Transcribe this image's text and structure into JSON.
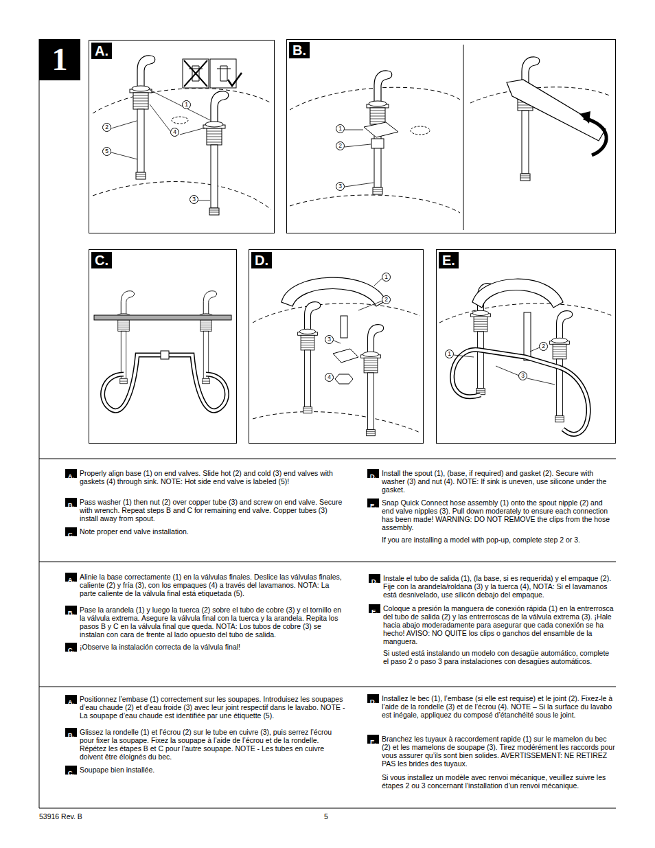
{
  "diagram": {
    "nodes": [
      {
        "text": [
          "1"
        ]
      },
      {
        "text": [
          "A."
        ]
      },
      {
        "text": [
          "B."
        ]
      },
      {
        "text": [
          "C."
        ]
      },
      {
        "text": [
          "D."
        ]
      },
      {
        "text": [
          "E."
        ]
      },
      {
        "text": [
          "A."
        ]
      },
      {
        "text": [
          "B."
        ]
      },
      {
        "text": [
          "C."
        ]
      },
      {
        "text": [
          "D."
        ]
      },
      {
        "text": [
          "E."
        ]
      },
      {
        "text": [
          "A."
        ]
      },
      {
        "text": [
          "B."
        ]
      },
      {
        "text": [
          "C."
        ]
      },
      {
        "text": [
          "D."
        ]
      },
      {
        "text": [
          "E."
        ]
      },
      {
        "text": [
          "A."
        ]
      },
      {
        "text": [
          "B."
        ]
      },
      {
        "text": [
          "C."
        ]
      },
      {
        "text": [
          "D."
        ]
      },
      {
        "text": [
          "E."
        ]
      }
    ],
    "labels": [
      "1",
      "2",
      "4",
      "5",
      "3",
      "1",
      "2",
      "3",
      "1",
      "2",
      "3",
      "4",
      "1",
      "2",
      "3",
      "Properly align base (1) on end valves. Slide hot (2) and cold (3) end valves with gaskets (4) through sink. NOTE: Hot side end valve is labeled (5)!",
      "Pass washer (1) then nut (2) over copper tube (3) and screw on end valve. Secure with wrench. Repeat steps B and C for remaining end valve. Copper tubes (3) install away from spout.",
      "Note proper end valve installation.",
      "Install the spout (1), (base, if required) and gasket (2). Secure with washer (3) and nut (4). NOTE: If sink is uneven, use silicone under the gasket.",
      "Snap Quick Connect hose assembly (1) onto the spout nipple (2) and end valve nipples (3). Pull down moderately to ensure each connection has been made! WARNING: DO NOT REMOVE the clips from the hose assembly.",
      "If you are installing a model with pop-up, complete step 2 or 3.",
      "Alinie la base correctamente (1) en la válvulas finales. Deslice las válvulas finales, caliente (2) y fría (3), con los empaques (4) a través del lavamanos. NOTA: La parte caliente de la válvula final está etiquetada (5).",
      "Pase la arandela (1) y luego la tuerca (2) sobre el tubo de cobre (3) y el tornillo en la válvula extrema. Asegure la válvula final con la tuerca y la arandela. Repita los pasos B y C en la válvula final que queda. NOTA: Los tubos de cobre (3) se instalan con cara de frente al lado opuesto del tubo de salida.",
      "¡Observe la instalación correcta de la válvula final!",
      "Instale el tubo de salida (1), (la base, si es requerida) y el empaque (2). Fije con la arandela/roldana (3) y la tuerca (4), NOTA: Si el lavamanos está desnivelado, use silicón debajo del empaque.",
      "Coloque a presión la manguera de conexión rápida (1) en la entrerrosca del tubo de salida (2) y las entrerroscas de la válvula extrema (3). ¡Hale hacia abajo moderadamente para asegurar que cada conexión se ha hecho! AVISO: NO QUITE los clips o ganchos del ensamble de la manguera.",
      "Si usted está instalando un modelo con desagüe automático, complete el paso 2 o paso 3 para instalaciones con desagües automáticos.",
      "Positionnez l’embase (1) correctement sur les soupapes. Introduisez les soupapes d’eau chaude (2) et d’eau froide (3) avec leur joint respectif dans le lavabo. NOTE - La soupape d’eau chaude est identifiée par une étiquette (5).",
      "Glissez la rondelle (1) et l’écrou (2) sur le tube en cuivre (3), puis serrez l’écrou pour fixer la soupape. Fixez la soupape à l’aide de l’écrou et de la rondelle. Répétez les étapes B et C pour l’autre soupape. NOTE - Les tubes en cuivre doivent être éloignés du bec.",
      "Soupape bien installée.",
      "Installez le bec (1), l’embase (si elle est requise) et le joint (2). Fixez-le à l’aide de la rondelle (3) et de l’écrou (4). NOTE – Si la surface du lavabo est inégale, appliquez du composé d’étanchéité sous le joint.",
      "Branchez les tuyaux à raccordement rapide (1) sur le mamelon du bec (2) et les mamelons de soupape (3). Tirez modérément les raccords pour vous assurer qu’ils sont bien solides. AVERTISSEMENT: NE RETIREZ PAS les brides des tuyaux.",
      "Si vous installez un modèle avec renvoi mécanique, veuillez suivre les étapes 2 ou 3 concernant l’installation d’un renvoi mécanique.",
      "53916 Rev. B",
      "5"
    ]
  }
}
